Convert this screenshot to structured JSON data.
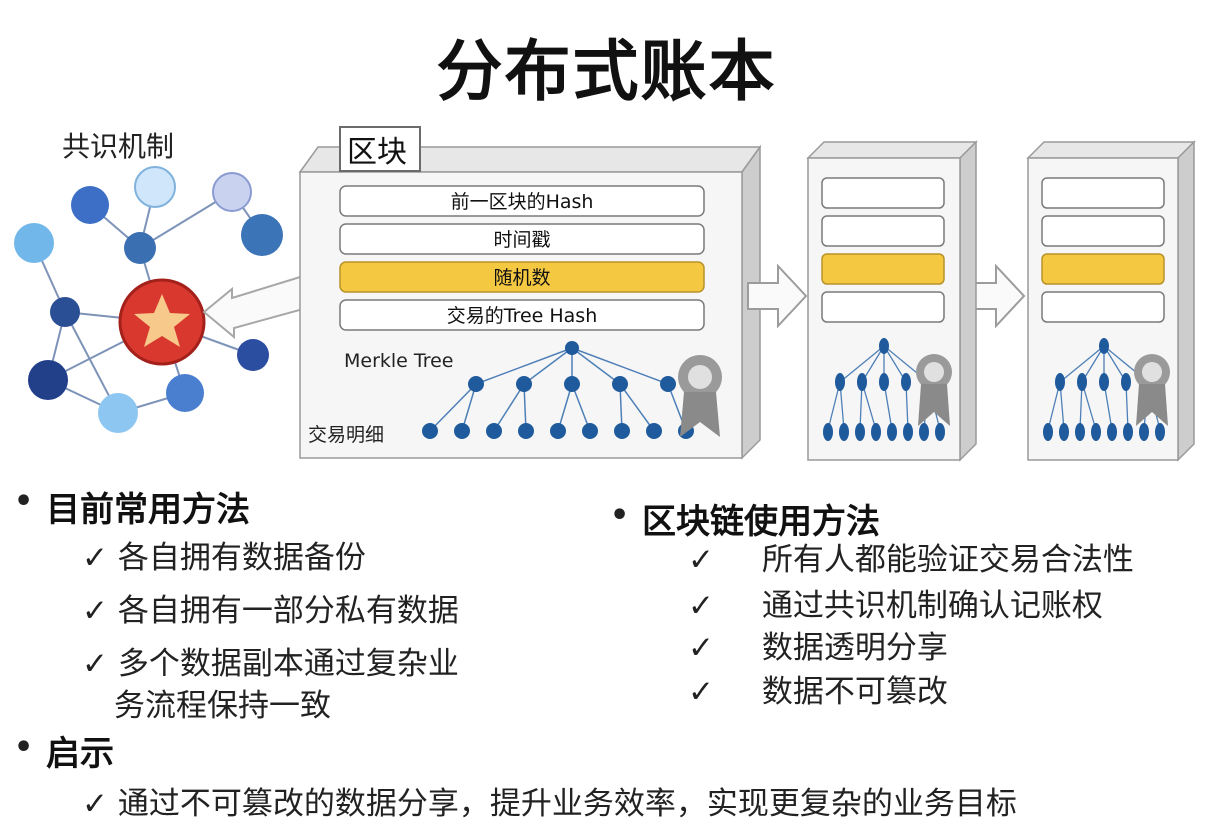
{
  "title": "分布式账本",
  "consensus_label": "共识机制",
  "block": {
    "tag": "区块",
    "fields": [
      {
        "label": "前一区块的Hash",
        "highlight": false
      },
      {
        "label": "时间戳",
        "highlight": false
      },
      {
        "label": "随机数",
        "highlight": true
      },
      {
        "label": "交易的Tree Hash",
        "highlight": false
      }
    ],
    "merkle_label": "Merkle Tree",
    "tx_label": "交易明细"
  },
  "colors": {
    "highlight": "#f5c842",
    "node_blue": "#3e6fb5",
    "node_light": "#8ec3ee",
    "star_red": "#d8382e",
    "merkle_dot": "#1f5a9c"
  },
  "current": {
    "heading": "目前常用方法",
    "check": "✓",
    "items": [
      {
        "lines": [
          "各自拥有数据备份"
        ]
      },
      {
        "lines": [
          "各自拥有一部分私有数据"
        ]
      },
      {
        "lines": [
          "多个数据副本通过复杂业",
          "务流程保持一致"
        ]
      }
    ]
  },
  "blockchain": {
    "heading": "区块链使用方法",
    "check": "✓",
    "items": [
      {
        "text": "所有人都能验证交易合法性"
      },
      {
        "text": "通过共识机制确认记账权"
      },
      {
        "text": "数据透明分享"
      },
      {
        "text": "数据不可篡改"
      }
    ]
  },
  "insight": {
    "heading": "启示",
    "check": "✓",
    "text": "通过不可篡改的数据分享，提升业务效率，实现更复杂的业务目标"
  }
}
